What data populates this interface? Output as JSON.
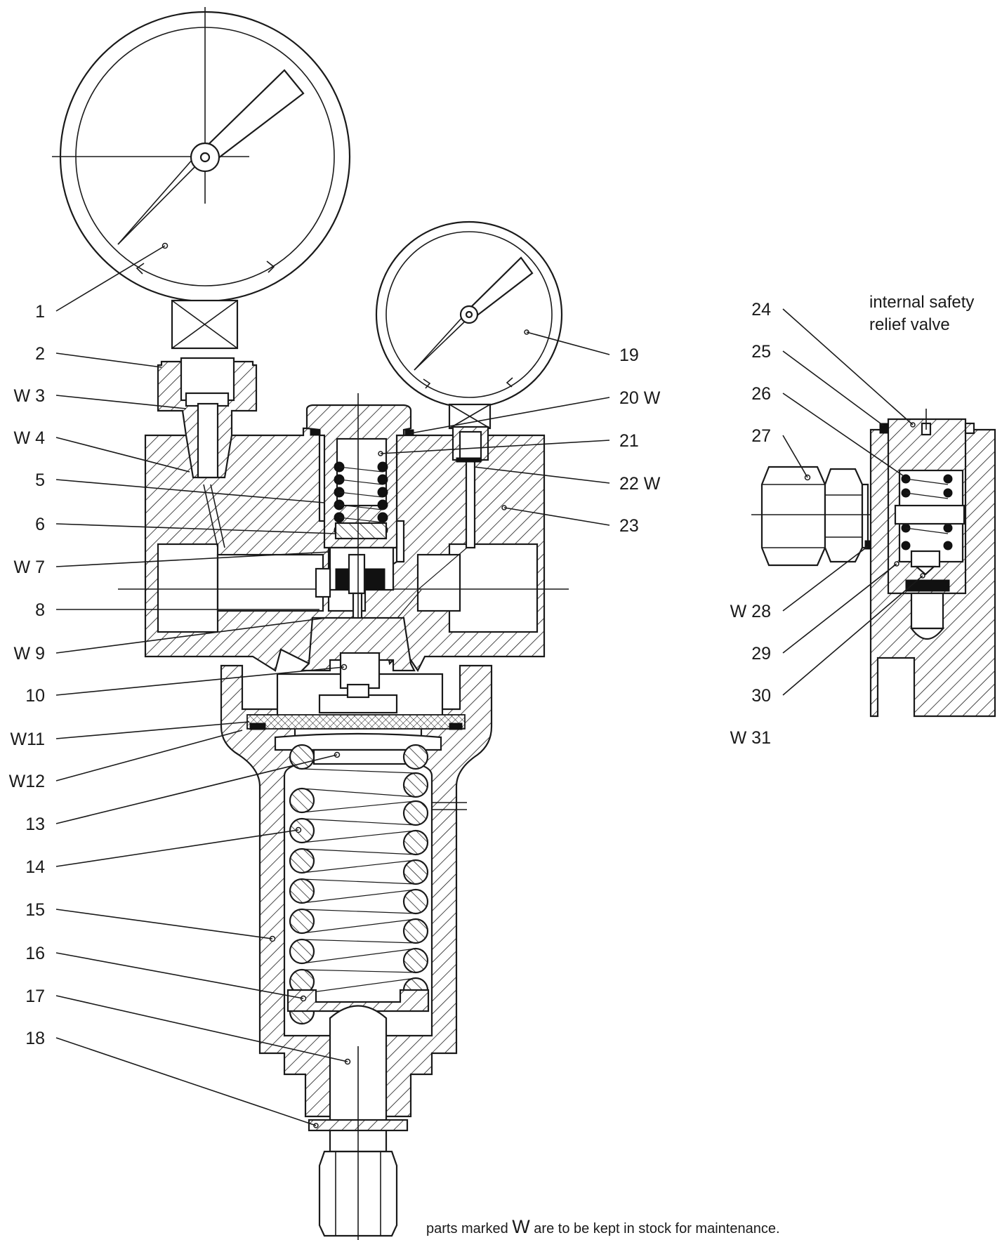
{
  "callouts_left": [
    {
      "id": "1",
      "text": "1"
    },
    {
      "id": "2",
      "text": "2"
    },
    {
      "id": "W3",
      "text": "W 3"
    },
    {
      "id": "W4",
      "text": "W 4"
    },
    {
      "id": "5",
      "text": "5"
    },
    {
      "id": "6",
      "text": "6"
    },
    {
      "id": "W7",
      "text": "W 7"
    },
    {
      "id": "8",
      "text": "8"
    },
    {
      "id": "W9",
      "text": "W 9"
    },
    {
      "id": "10",
      "text": "10"
    },
    {
      "id": "W11",
      "text": "W11"
    },
    {
      "id": "W12",
      "text": "W12"
    },
    {
      "id": "13",
      "text": "13"
    },
    {
      "id": "14",
      "text": "14"
    },
    {
      "id": "15",
      "text": "15"
    },
    {
      "id": "16",
      "text": "16"
    },
    {
      "id": "17",
      "text": "17"
    },
    {
      "id": "18",
      "text": "18"
    }
  ],
  "callouts_right": [
    {
      "id": "19",
      "text": "19"
    },
    {
      "id": "20W",
      "text": "20 W"
    },
    {
      "id": "21",
      "text": "21"
    },
    {
      "id": "22W",
      "text": "22 W"
    },
    {
      "id": "23",
      "text": "23"
    }
  ],
  "callouts_detail": [
    {
      "id": "24",
      "text": "24"
    },
    {
      "id": "25",
      "text": "25"
    },
    {
      "id": "26",
      "text": "26"
    },
    {
      "id": "27",
      "text": "27"
    },
    {
      "id": "W28",
      "text": "W 28"
    },
    {
      "id": "29",
      "text": "29"
    },
    {
      "id": "30",
      "text": "30"
    },
    {
      "id": "W31",
      "text": "W 31"
    }
  ],
  "detail_title": {
    "line1": "internal safety",
    "line2": "relief valve"
  },
  "footnote": {
    "before": "parts marked ",
    "marker": "W",
    "after": " are to be kept in stock for maintenance."
  }
}
